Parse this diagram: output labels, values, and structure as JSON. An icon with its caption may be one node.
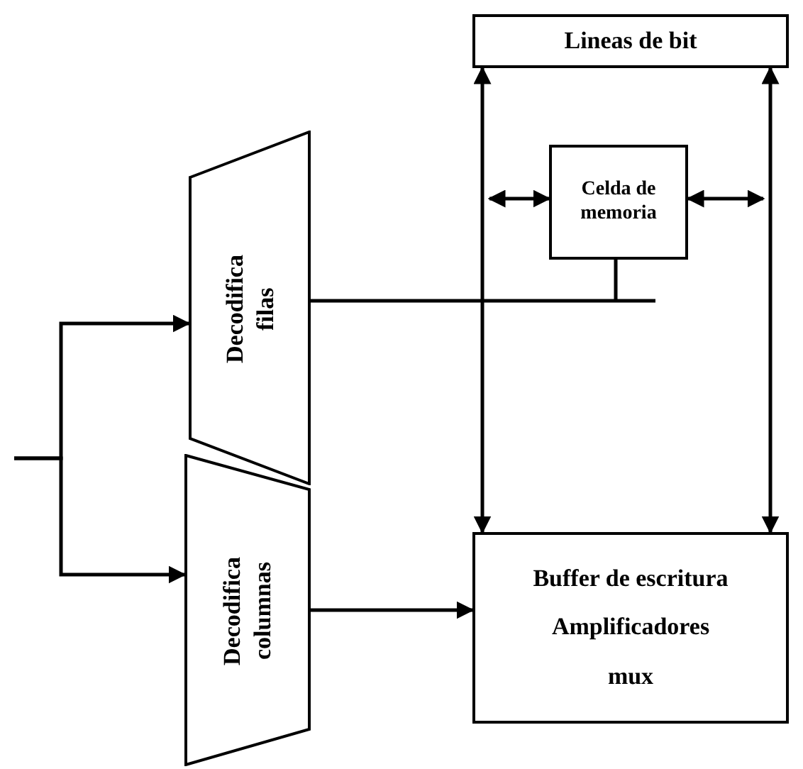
{
  "diagram": {
    "nodes": [
      {
        "text": [
          "Lineas de bit"
        ]
      },
      {
        "text": [
          "Celda de memoria"
        ]
      },
      {
        "text": [
          "Decodifica filas"
        ]
      },
      {
        "text": [
          "Decodifica columnas"
        ]
      },
      {
        "text": [
          "Buffer de escritura",
          "Amplificadores",
          "mux"
        ]
      }
    ],
    "edges": [
      {
        "from": 0,
        "to": 4,
        "arrow": "both"
      },
      {
        "from": 0,
        "to": 4,
        "arrow": "both"
      },
      {
        "from": null,
        "to": 1,
        "arrow": "both"
      },
      {
        "from": null,
        "to": 1,
        "arrow": "both"
      },
      {
        "from": 2,
        "to": 1,
        "arrow": "none"
      },
      {
        "from": null,
        "to": 2,
        "arrow": "to"
      },
      {
        "from": null,
        "to": 3,
        "arrow": "to"
      },
      {
        "from": 3,
        "to": 4,
        "arrow": "to"
      }
    ]
  }
}
